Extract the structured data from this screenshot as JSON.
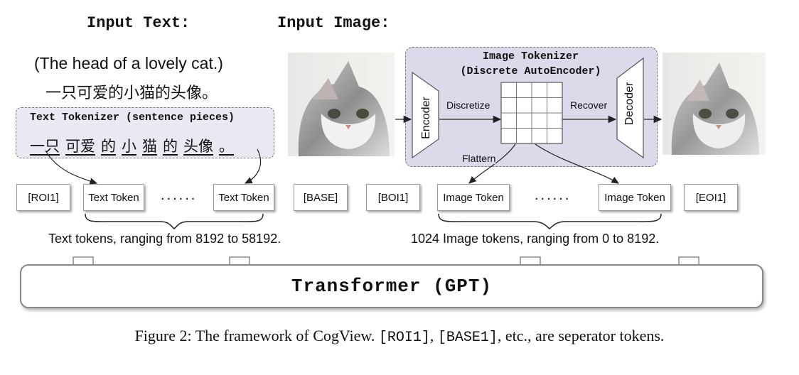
{
  "headings": {
    "input_text": "Input Text:",
    "input_image": "Input Image:"
  },
  "input_text": {
    "english": "(The head of a lovely cat.)",
    "chinese": "一只可爱的小猫的头像。"
  },
  "text_tokenizer": {
    "title": "Text Tokenizer (sentence pieces)",
    "segments": [
      "一只",
      "可爱",
      "的",
      "小",
      "猫",
      "的",
      "头像",
      "。"
    ]
  },
  "image_tokenizer": {
    "title": "Image Tokenizer",
    "subtitle": "(Discrete AutoEncoder)",
    "encoder": "Encoder",
    "decoder": "Decoder",
    "discretize": "Discretize",
    "recover": "Recover",
    "flatten": "Flattern"
  },
  "tokens": {
    "roi1": "[ROI1]",
    "text_token_a": "Text Token",
    "text_dots": "......",
    "text_token_b": "Text Token",
    "base": "[BASE]",
    "boi1": "[BOI1]",
    "image_token_a": "Image Token",
    "image_dots": "......",
    "image_token_b": "Image Token",
    "eoi1": "[EOI1]"
  },
  "ranges": {
    "text": "Text tokens, ranging from 8192 to 58192.",
    "image": "1024 Image tokens, ranging from 0 to 8192."
  },
  "transformer": "Transformer (GPT)",
  "caption": {
    "part1": "Figure 2: The framework of CogView. ",
    "code1": "[ROI1]",
    "part2": ", ",
    "code2": "[BASE1]",
    "part3": ", etc., are seperator tokens."
  },
  "colors": {
    "tokenizer_fill": "#ddd8ea",
    "text_tokenizer_fill": "#ece8f3",
    "grid_fill": "#ffffff"
  }
}
